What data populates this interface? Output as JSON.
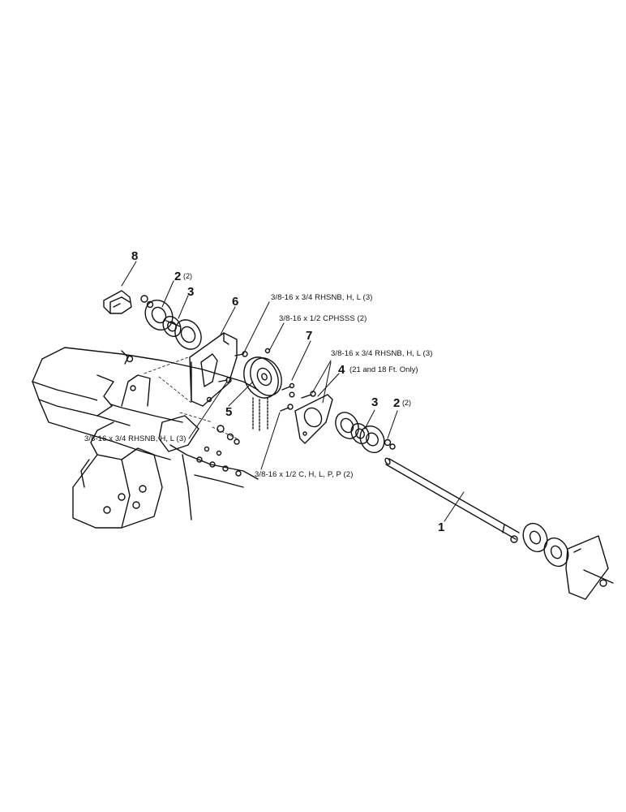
{
  "diagram": {
    "part_numbers": {
      "p1": "1",
      "p2_upper": "2",
      "p2_upper_qty": "(2)",
      "p2_lower": "2",
      "p2_lower_qty": "(2)",
      "p3_upper": "3",
      "p3_lower": "3",
      "p4": "4",
      "p4_note": "(21 and 18 Ft. Only)",
      "p5": "5",
      "p6": "6",
      "p7": "7",
      "p8": "8"
    },
    "hardware_callouts": {
      "rhsnb_top": "3/8-16 x 3/4 RHSNB, H, L (3)",
      "cphsss": "3/8-16 x 1/2 CPHSSS (2)",
      "rhsnb_right": "3/8-16 x 3/4 RHSNB, H, L (3)",
      "rhsnb_left": "3/8-16 x 3/4 RHSNB, H, L (3)",
      "carriage_bolt": "3/8-16 x 1/2 C, H, L, P, P (2)"
    },
    "colors": {
      "ink": "#111111",
      "background": "#ffffff"
    }
  }
}
